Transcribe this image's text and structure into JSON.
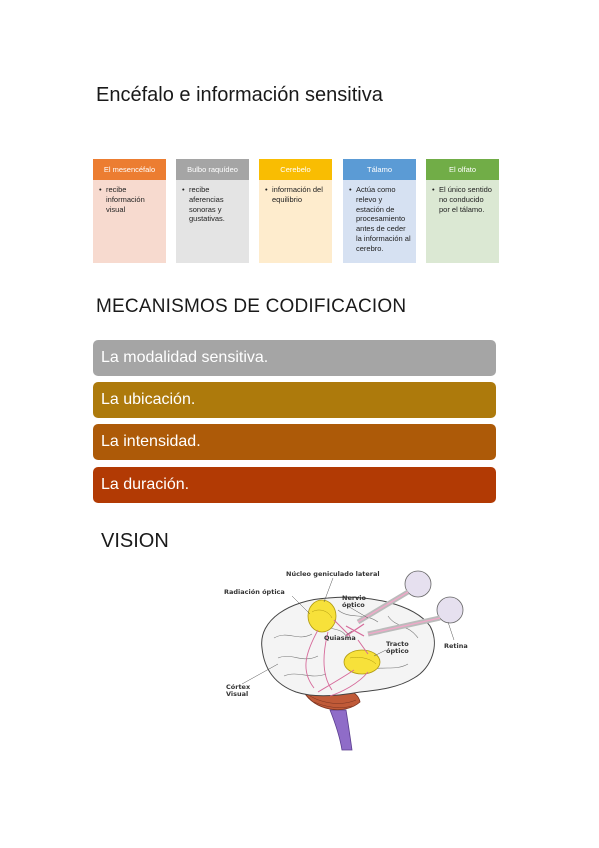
{
  "section1": {
    "title": "Encéfalo e información sensitiva",
    "cards": [
      {
        "header": "El mesencéfalo",
        "items": [
          "recibe información visual"
        ],
        "header_color": "#ec7d31",
        "body_color": "#f7dacf"
      },
      {
        "header": "Bulbo raquídeo",
        "items": [
          "recibe aferencias sonoras y gustativas."
        ],
        "header_color": "#a5a5a5",
        "body_color": "#e4e4e4"
      },
      {
        "header": "Cerebelo",
        "items": [
          "información del equilibrio"
        ],
        "header_color": "#f9bd02",
        "body_color": "#feeccd"
      },
      {
        "header": "Tálamo",
        "items": [
          "Actúa como relevo y estación de procesamiento antes de ceder la información al cerebro."
        ],
        "header_color": "#5b9bd5",
        "body_color": "#d6e1f2"
      },
      {
        "header": "El olfato",
        "items": [
          "El único sentido no conducido por el tálamo."
        ],
        "header_color": "#71ad47",
        "body_color": "#dbe8d3"
      }
    ]
  },
  "section2": {
    "title": "MECANISMOS DE CODIFICACION",
    "items": [
      {
        "label": "La modalidad sensitiva.",
        "color": "#a5a5a5"
      },
      {
        "label": "La ubicación.",
        "color": "#ad7a0c"
      },
      {
        "label": "La intensidad.",
        "color": "#ad5a08"
      },
      {
        "label": "La duración.",
        "color": "#b23a04"
      }
    ]
  },
  "section3": {
    "title": "VISION",
    "diagram_labels": {
      "lgn": "Núcleo geniculado lateral",
      "optic_radiation": "Radiación óptica",
      "optic_nerve": "Nervio óptico",
      "chiasm": "Quiasma",
      "optic_tract": "Tracto óptico",
      "retina": "Retina",
      "visual_cortex": "Córtex Visual"
    }
  }
}
